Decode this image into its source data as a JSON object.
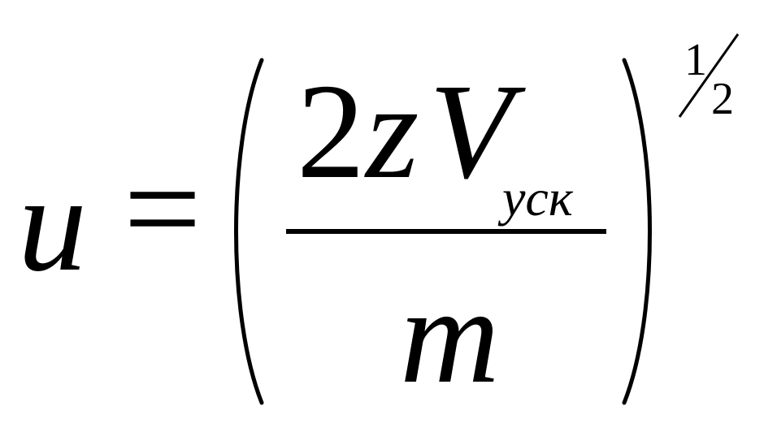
{
  "formula": {
    "lhs_variable": "u",
    "equals": "=",
    "numerator": {
      "coefficient": "2",
      "variable_z": "z",
      "variable_V": "V",
      "subscript": "уск"
    },
    "denominator": "m",
    "exponent": {
      "numerator": "1",
      "denominator": "2"
    }
  }
}
